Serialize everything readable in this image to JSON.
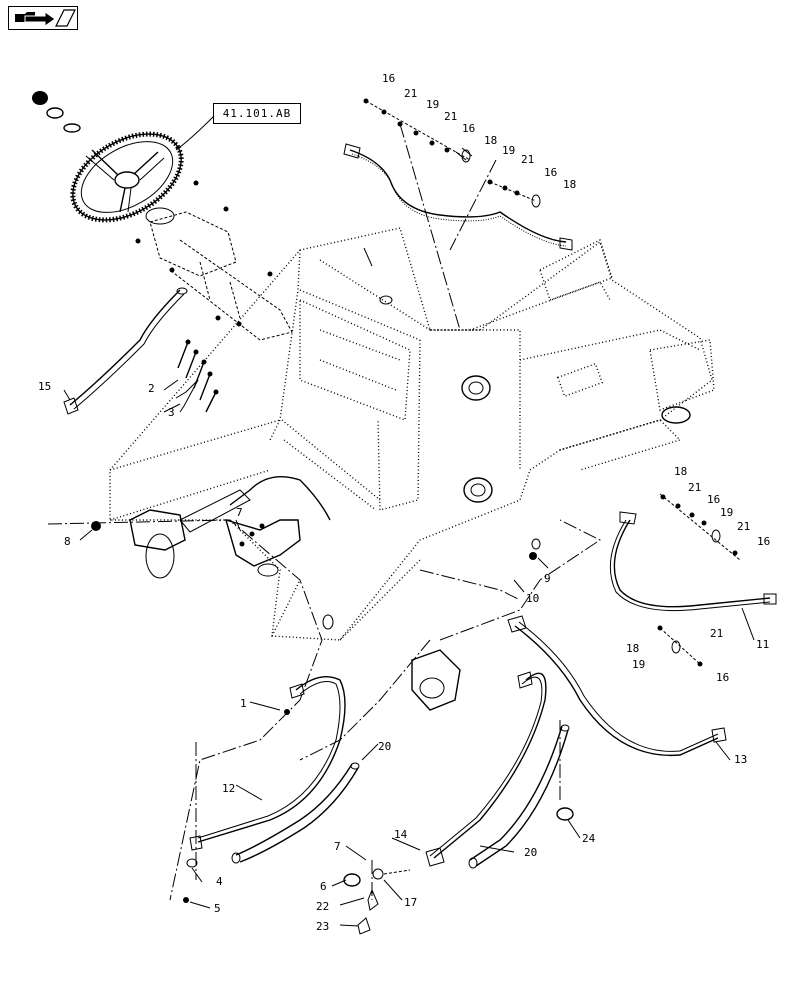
{
  "reference_box": {
    "label": "41.101.AB"
  },
  "nav_icon": "book-arrow-icon",
  "callouts": {
    "c1": "1",
    "c2": "2",
    "c3": "3",
    "c4": "4",
    "c5": "5",
    "c6": "6",
    "c7a": "7",
    "c7b": "7",
    "c8": "8",
    "c9": "9",
    "c10": "10",
    "c11": "11",
    "c12": "12",
    "c13": "13",
    "c14": "14",
    "c15": "15",
    "c16a": "16",
    "c16b": "16",
    "c16c": "16",
    "c16d": "16",
    "c16e": "16",
    "c16f": "16",
    "c17": "17",
    "c18a": "18",
    "c18b": "18",
    "c18c": "18",
    "c18d": "18",
    "c19a": "19",
    "c19b": "19",
    "c19c": "19",
    "c19d": "19",
    "c20a": "20",
    "c20b": "20",
    "c21a": "21",
    "c21b": "21",
    "c21c": "21",
    "c21d": "21",
    "c21e": "21",
    "c21f": "21",
    "c22": "22",
    "c23": "23",
    "c24": "24"
  }
}
